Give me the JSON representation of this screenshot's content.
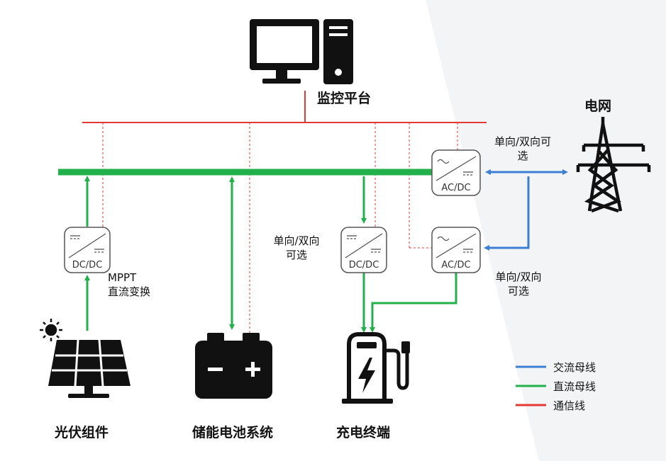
{
  "labels": {
    "monitor_platform": "监控平台",
    "grid": "电网",
    "pv_module": "光伏组件",
    "storage_system": "储能电池系统",
    "charging_terminal": "充电终端",
    "mppt_line1": "MPPT",
    "mppt_line2": "直流变换",
    "option_top_line1": "单向/双向可",
    "option_top_line2": "选",
    "option_mid_line1": "单向/双向",
    "option_mid_line2": "可选",
    "option_right_line1": "单向/双向",
    "option_right_line2": "可选"
  },
  "converters": {
    "pv": "DC/DC",
    "charger_dc": "DC/DC",
    "grid_top": "AC/DC",
    "grid_bottom": "AC/DC"
  },
  "legend": [
    {
      "label": "交流母线",
      "color": "#3b7fd4"
    },
    {
      "label": "直流母线",
      "color": "#22b04b"
    },
    {
      "label": "通信线",
      "color": "#e53935"
    }
  ],
  "colors": {
    "ac_bus": "#3b7fd4",
    "dc_bus": "#22b04b",
    "comm_line": "#e53935",
    "icon": "#111111"
  },
  "icons": {
    "computer": "computer-icon",
    "transmission_tower": "transmission-tower-icon",
    "sun": "sun-icon",
    "solar_panel": "solar-panel-icon",
    "battery": "battery-icon",
    "charging_station": "charging-station-icon"
  }
}
